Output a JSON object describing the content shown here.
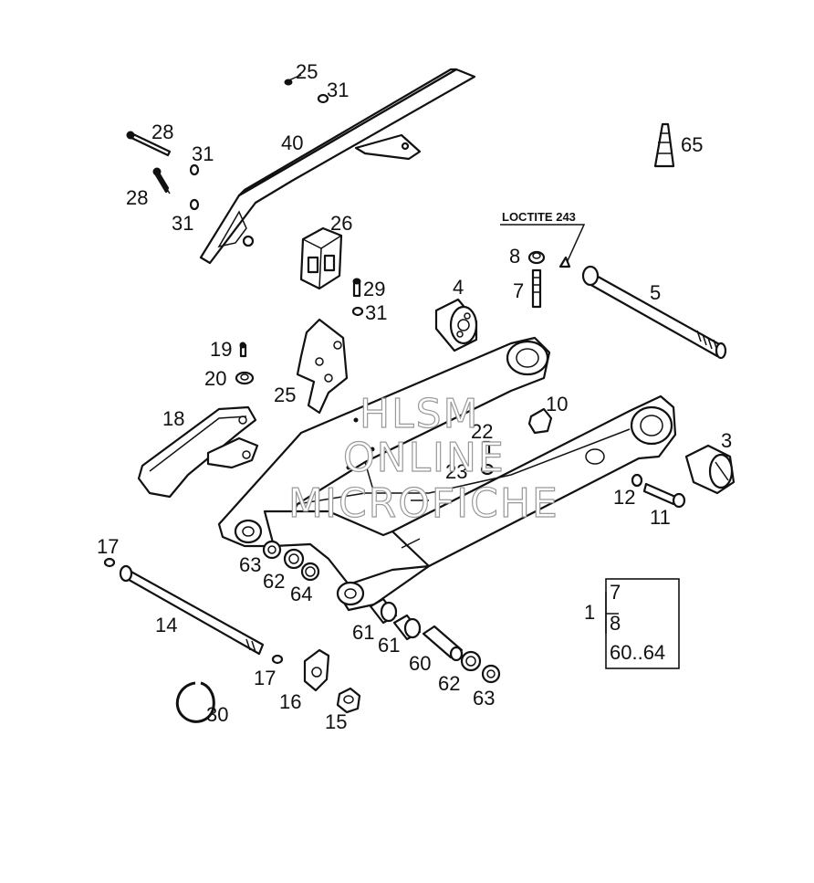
{
  "loctite_label": "LOCTITE 243",
  "watermark": [
    "HLSM",
    "ONLINE",
    "MICROFICHE"
  ],
  "kit": {
    "number": "1",
    "contents": [
      "7",
      "8",
      "60..64"
    ]
  },
  "callouts": {
    "c25_top": "25",
    "c31_a": "31",
    "c28_a": "28",
    "c31_b": "31",
    "c40": "40",
    "c28_b": "28",
    "c31_c": "31",
    "c26": "26",
    "c65": "65",
    "c8": "8",
    "c7": "7",
    "c4": "4",
    "c5": "5",
    "c29": "29",
    "c31_d": "31",
    "c19": "19",
    "c20": "20",
    "c25": "25",
    "c10": "10",
    "c18": "18",
    "c22": "22",
    "c3": "3",
    "c23": "23",
    "c12": "12",
    "c11": "11",
    "c17_a": "17",
    "c63_a": "63",
    "c62_a": "62",
    "c64": "64",
    "c14": "14",
    "c61_a": "61",
    "c61_b": "61",
    "c60": "60",
    "c62_b": "62",
    "c63_b": "63",
    "c17_b": "17",
    "c16": "16",
    "c15": "15",
    "c30": "30"
  }
}
